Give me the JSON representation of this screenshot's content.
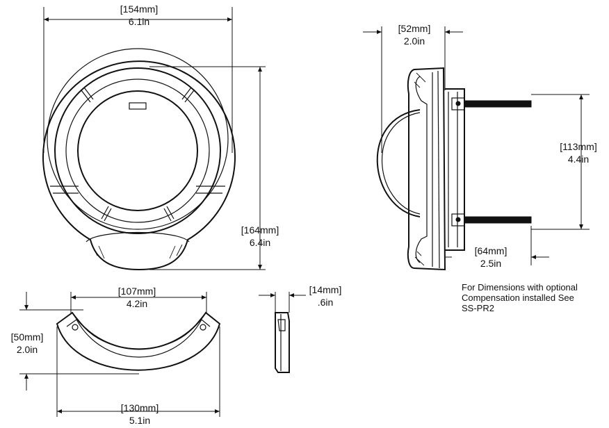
{
  "dimensions": {
    "top_width": {
      "mm": "154mm",
      "in": "6.1in"
    },
    "top_height": {
      "mm": "164mm",
      "in": "6.4in"
    },
    "side_depth": {
      "mm": "52mm",
      "in": "2.0in"
    },
    "side_dome": {
      "mm": "113mm",
      "in": "4.4in"
    },
    "side_rear": {
      "mm": "64mm",
      "in": "2.5in"
    },
    "bracket_inner": {
      "mm": "107mm",
      "in": "4.2in"
    },
    "bracket_outer": {
      "mm": "130mm",
      "in": "5.1in"
    },
    "bracket_height": {
      "mm": "50mm",
      "in": "2.0in"
    },
    "bracket_thickness": {
      "mm": "14mm",
      "in": ".6in"
    }
  },
  "note": {
    "lines": [
      "For Dimensions with optional",
      "Compensation installed See",
      "SS-PR2"
    ]
  }
}
